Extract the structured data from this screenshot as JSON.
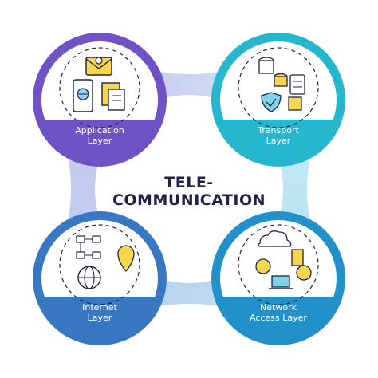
{
  "center": {
    "line1": "TELE-",
    "line2": "COMMUNICATION"
  },
  "layers": [
    {
      "id": "application",
      "line1": "Application",
      "line2": "Layer",
      "color": "#6f53c5"
    },
    {
      "id": "transport",
      "line1": "Transport",
      "line2": "Layer",
      "color": "#26b7cf"
    },
    {
      "id": "internet",
      "line1": "Internet",
      "line2": "Layer",
      "color": "#3878c2"
    },
    {
      "id": "network-access",
      "line1": "Network",
      "line2": "Access Layer",
      "color": "#2391c9"
    }
  ],
  "icons": {
    "application": [
      "email-envelope-icon",
      "smartphone-globe-icon",
      "documents-icon"
    ],
    "transport": [
      "database-icon",
      "server-icon",
      "security-shield-icon",
      "cpu-chip-icon"
    ],
    "internet": [
      "network-topology-icon",
      "globe-icon",
      "ip-location-pin-icon"
    ],
    "network-access": [
      "cloud-icon",
      "usb-icon",
      "globe-icon",
      "laptop-icon"
    ]
  },
  "colors": {
    "title": "#1f2347",
    "connector_top": "#c9c3ee",
    "connector_side": "#bfe3f1",
    "connector_bottom": "#bcd3ec"
  }
}
